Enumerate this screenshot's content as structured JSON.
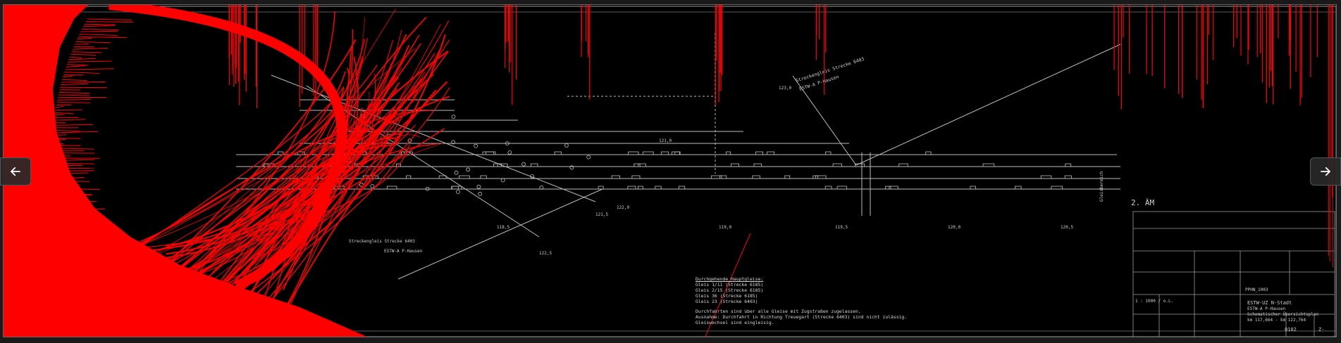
{
  "viewer": {
    "prev_label": "Previous",
    "next_label": "Next"
  },
  "colors": {
    "background": "#000000",
    "linework": "#bdbdbd",
    "markup": "#ff0000"
  },
  "drawing": {
    "revision_mark": "2. ÄM",
    "km_labels": [
      "118,5",
      "119,0",
      "119,5",
      "120,0",
      "120,5",
      "121,0",
      "121,5",
      "122,0",
      "122,5",
      "123,0"
    ],
    "line_labels": [
      "Streckengleis Strecke 6403",
      "Streckengleis Strecke 6403",
      "ESTW-A P-Hausen",
      "Gleisbereich"
    ],
    "notes": {
      "heading": "Durchgehende Hauptgleise:",
      "lines": [
        "Gleis 1/11 (Strecke 6185)",
        "Gleis 2/15 (Strecke 6185)",
        "Gleis 36 (Strecke 6185)",
        "Gleis 23 (Strecke 6403)",
        "",
        "Durchfahrten sind über alle Gleise mit Zugstraßen zugelassen.",
        "Ausnahme: Durchfahrt in Richtung Treuegart (Strecke 6403) sind nicht zulässig.",
        "Gleiswechsel sind eingleisig."
      ]
    },
    "title_block": {
      "project_code": "PPHN_1003",
      "title_1": "ESTW-UZ N-Stadt",
      "title_2": "ESTW-A P-Hausen",
      "title_3": "Schematischer Übersichtsplan",
      "title_4": "km 117,664 - km 122,764",
      "scale": "1 : 1000 / o.L.",
      "sheet": "0102",
      "sheet_suffix": "Z-"
    }
  }
}
